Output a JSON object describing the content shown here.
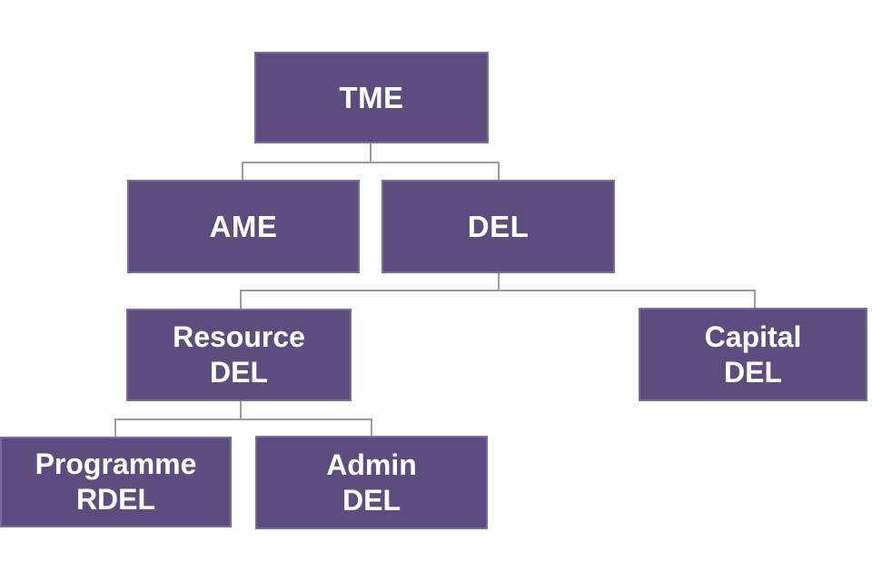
{
  "diagram": {
    "type": "hierarchy-tree",
    "colors": {
      "background": "#ffffff",
      "box_fill": "#5e4c7e",
      "box_border": "#7b6c9e",
      "box_text": "#ffffff",
      "connector": "#9d9d9d"
    },
    "nodes": {
      "tme": {
        "label": "TME"
      },
      "ame": {
        "label": "AME"
      },
      "del": {
        "label": "DEL"
      },
      "resource_del": {
        "line1": "Resource",
        "line2": "DEL"
      },
      "capital_del": {
        "line1": "Capital",
        "line2": "DEL"
      },
      "programme_rdel": {
        "line1": "Programme",
        "line2": "RDEL"
      },
      "admin_del": {
        "line1": "Admin",
        "line2": "DEL"
      }
    },
    "hierarchy": [
      {
        "parent": "TME",
        "children": [
          "AME",
          "DEL"
        ]
      },
      {
        "parent": "DEL",
        "children": [
          "Resource DEL",
          "Capital DEL"
        ]
      },
      {
        "parent": "Resource DEL",
        "children": [
          "Programme RDEL",
          "Admin DEL"
        ]
      }
    ]
  }
}
